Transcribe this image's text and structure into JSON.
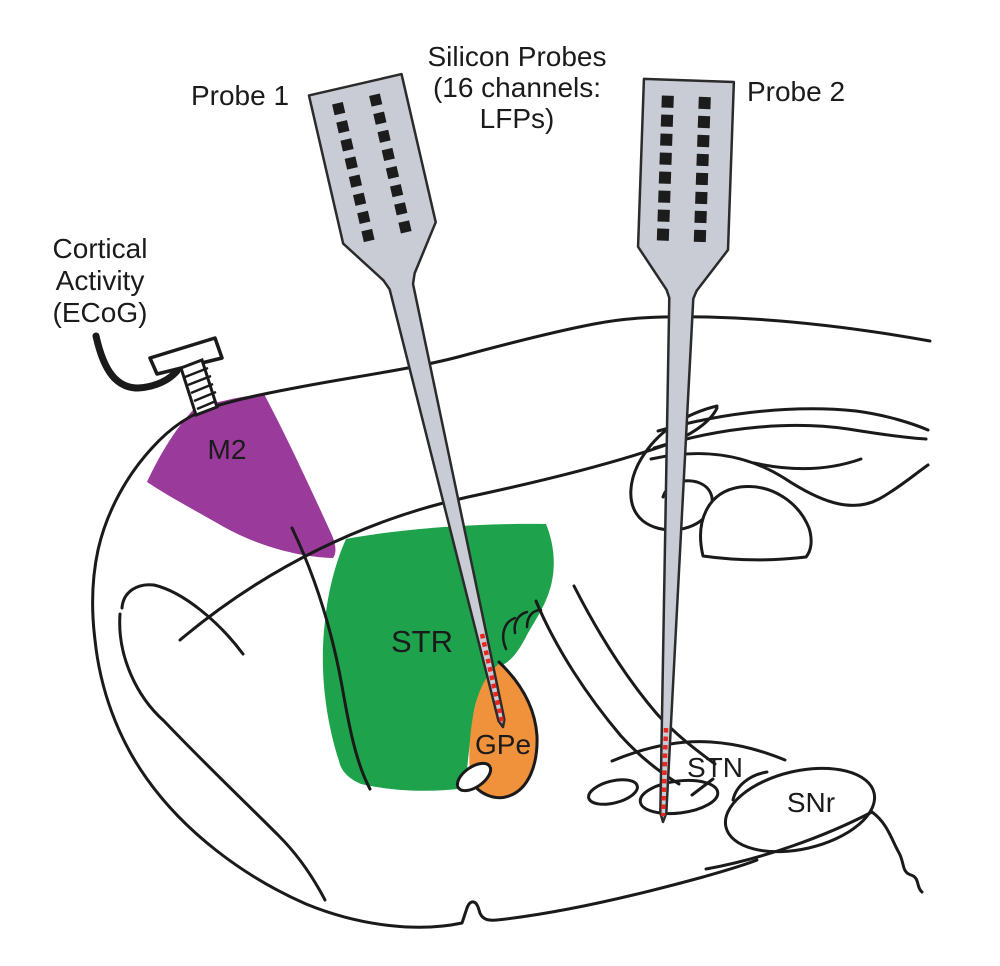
{
  "figure": {
    "type": "brain-recording-schematic",
    "background": "#ffffff",
    "line_color": "#1a1a1a",
    "annotations": {
      "probe1_label": "Probe 1",
      "probe2_label": "Probe 2",
      "silicon_probes": [
        "Silicon Probes",
        "(16 channels:",
        "LFPs)"
      ],
      "cortical_activity": [
        "Cortical",
        "Activity",
        "(ECoG)"
      ]
    },
    "probes": {
      "channels": 16,
      "signal_type": "LFPs",
      "body_color": "#c9ccd5",
      "electrode_color": "#1c1c1c",
      "recording_site_color": "#e8261f"
    },
    "regions": {
      "m2": {
        "label": "M2",
        "color": "#9a3a9b"
      },
      "str": {
        "label": "STR",
        "color": "#1ea24c"
      },
      "gpe": {
        "label": "GPe",
        "color": "#f0913b"
      },
      "stn": {
        "label": "STN",
        "color": "#eb2426"
      },
      "snr": {
        "label": "SNr",
        "color": "#ffffff"
      }
    }
  }
}
